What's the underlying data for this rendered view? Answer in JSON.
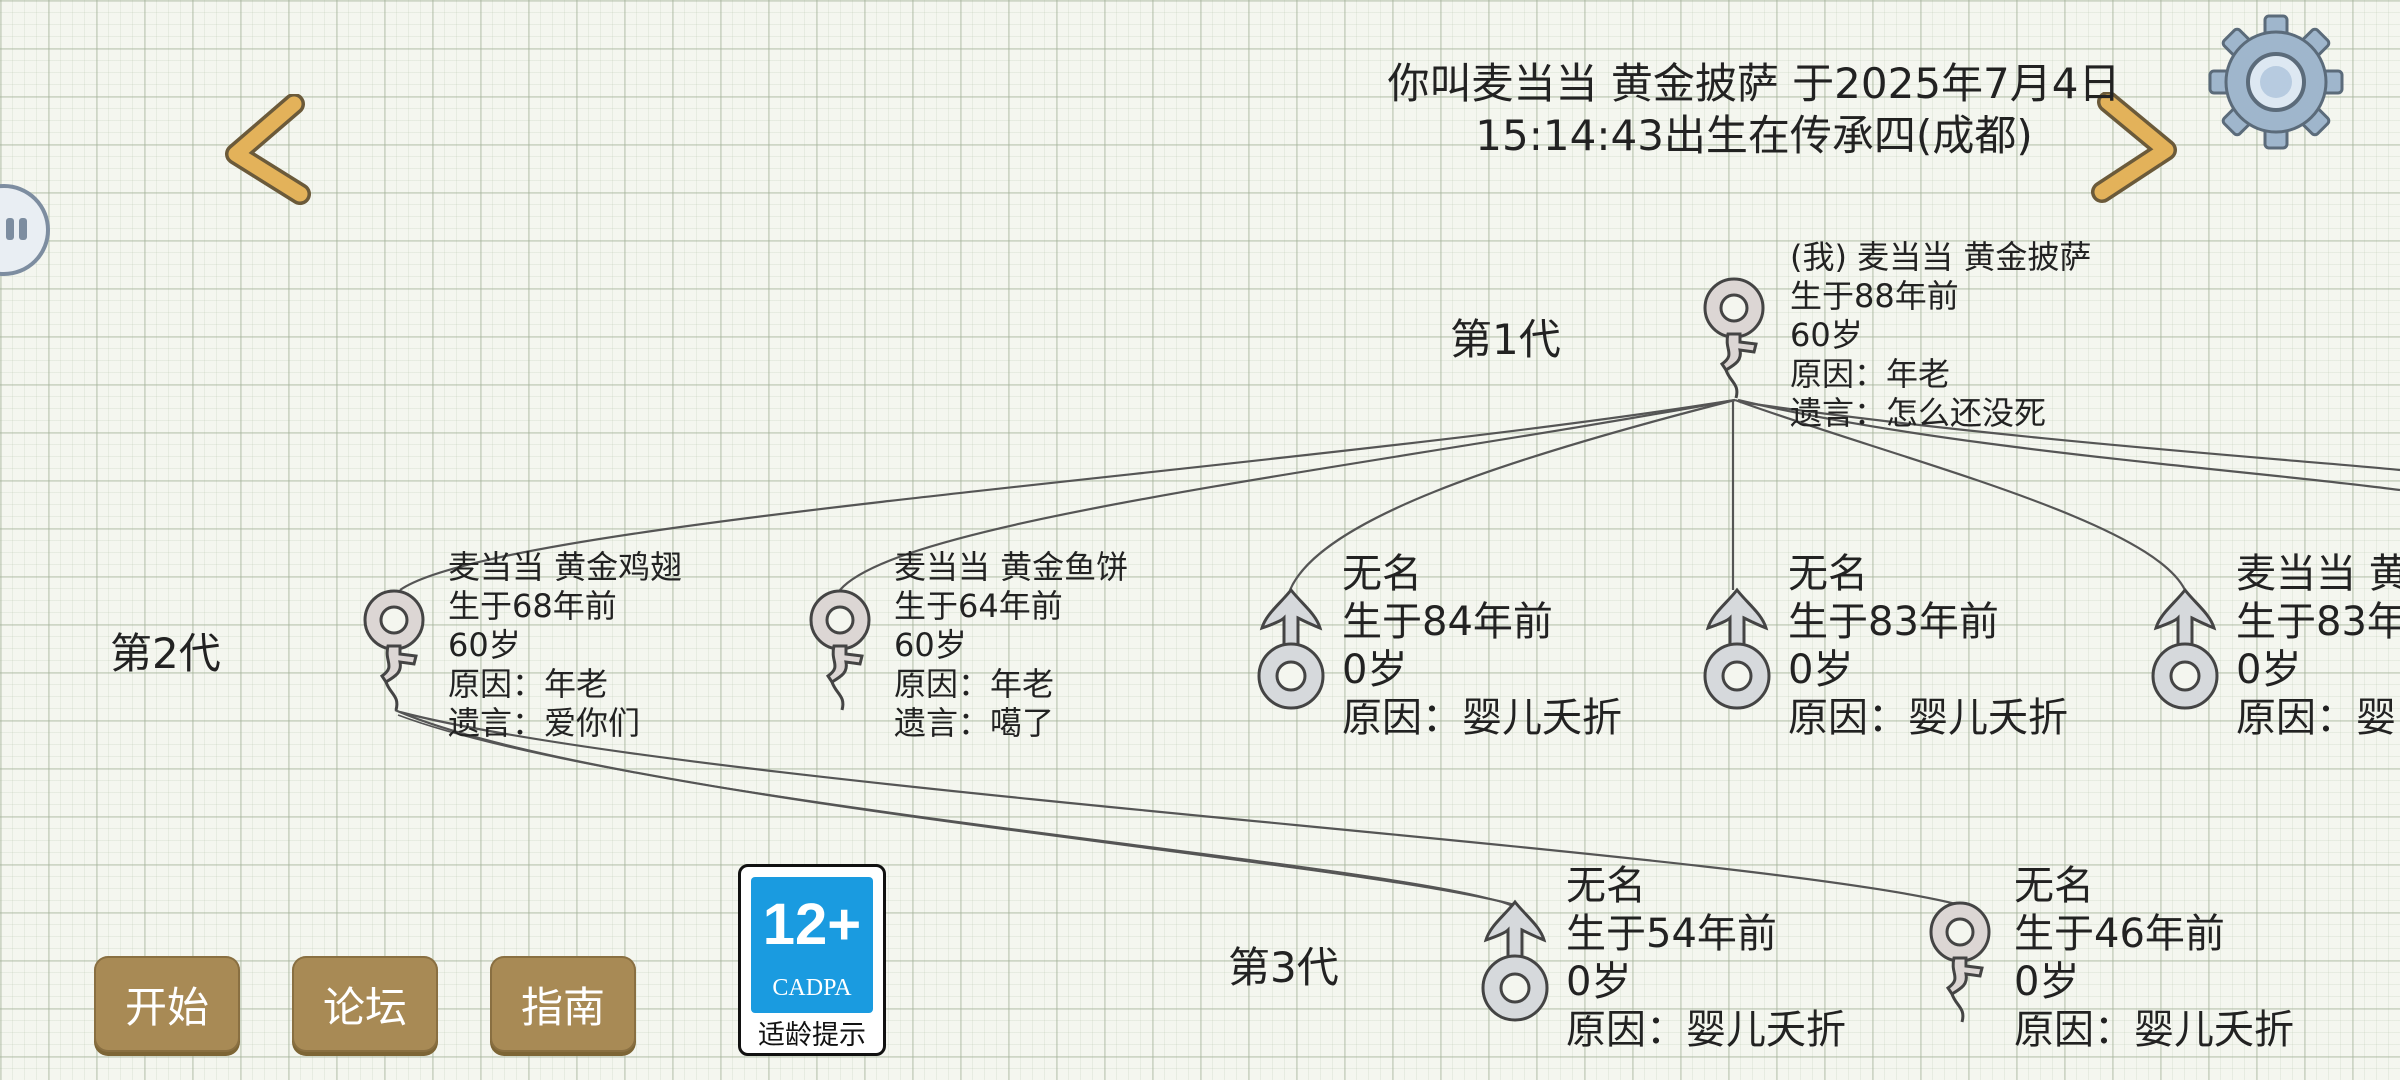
{
  "header": {
    "line1": "你叫麦当当 黄金披萨 于2025年7月4日",
    "line2": "15:14:43出生在传承四(成都)"
  },
  "icons": {
    "back": "chevron-left-icon",
    "forward": "chevron-right-icon",
    "settings": "gear-icon",
    "side_toggle": "pause-icon"
  },
  "generations": {
    "g1": "第1代",
    "g2": "第2代",
    "g3": "第3代"
  },
  "members": {
    "me": {
      "name": "(我) 麦当当 黄金披萨",
      "born": "生于88年前",
      "age": "60岁",
      "cause": "原因：年老",
      "lastwords": "遗言：怎么还没死",
      "gender": "female"
    },
    "g2_1": {
      "name": "麦当当 黄金鸡翅",
      "born": "生于68年前",
      "age": "60岁",
      "cause": "原因：年老",
      "lastwords": "遗言：爱你们",
      "gender": "female"
    },
    "g2_2": {
      "name": "麦当当 黄金鱼饼",
      "born": "生于64年前",
      "age": "60岁",
      "cause": "原因：年老",
      "lastwords": "遗言：噶了",
      "gender": "female"
    },
    "g2_3": {
      "name": "无名",
      "born": "生于84年前",
      "age": "0岁",
      "cause": "原因：婴儿夭折",
      "gender": "male"
    },
    "g2_4": {
      "name": "无名",
      "born": "生于83年前",
      "age": "0岁",
      "cause": "原因：婴儿夭折",
      "gender": "male"
    },
    "g2_5": {
      "name": "麦当当 黄",
      "born": "生于83年",
      "age": "0岁",
      "cause": "原因：婴",
      "gender": "male"
    },
    "g3_1": {
      "name": "无名",
      "born": "生于54年前",
      "age": "0岁",
      "cause": "原因：婴儿夭折",
      "gender": "male"
    },
    "g3_2": {
      "name": "无名",
      "born": "生于46年前",
      "age": "0岁",
      "cause": "原因：婴儿夭折",
      "gender": "female"
    }
  },
  "buttons": {
    "start": "开始",
    "forum": "论坛",
    "guide": "指南"
  },
  "rating": {
    "age": "12+",
    "org": "CADPA",
    "tip": "适龄提示",
    "color": "#1a9be0"
  },
  "colors": {
    "button": "#a88a55",
    "arrow": "#e3b25a"
  }
}
